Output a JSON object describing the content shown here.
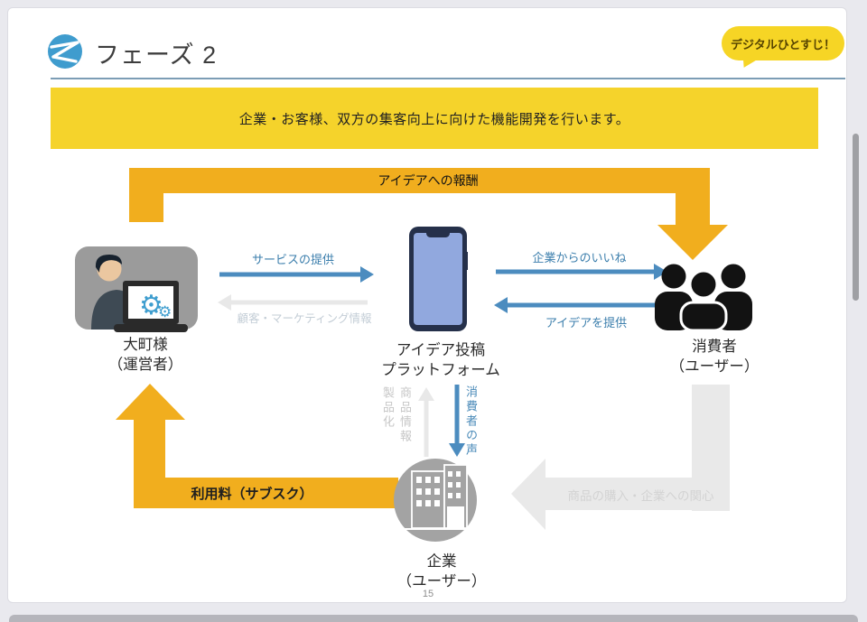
{
  "window": {
    "page_number": "15"
  },
  "header": {
    "title": "フェーズ 2",
    "bubble_text": "デジタルひとすじ！"
  },
  "banner": {
    "text": "企業・お客様、双方の集客向上に向けた機能開発を行います。"
  },
  "nodes": {
    "operator": {
      "line1": "大町様",
      "line2": "（運営者）"
    },
    "platform": {
      "line1": "アイデア投稿",
      "line2": "プラットフォーム"
    },
    "consumers": {
      "line1": "消費者",
      "line2": "（ユーザー）"
    },
    "company": {
      "line1": "企業",
      "line2": "（ユーザー）"
    }
  },
  "flows": {
    "reward": "アイデアへの報酬",
    "service": "サービスの提供",
    "marketing_info": "顧客・マーケティング情報",
    "company_likes": "企業からのいいね",
    "provide_ideas": "アイデアを提供",
    "consumer_voice": "消費者の声",
    "product_info": "商品情報",
    "productization": "製品化",
    "subscription_fee": "利用料（サブスク）",
    "purchase_interest": "商品の購入・企業への関心"
  },
  "icons": {
    "logo": "wave-z-logo",
    "operator": "person-with-laptop-icon",
    "gears": "gear-icon",
    "platform": "smartphone-icon",
    "consumers": "people-group-icon",
    "company": "office-building-icon"
  },
  "colors": {
    "accent_amber": "#f1ae1e",
    "accent_yellow": "#f5d32b",
    "arrow_blue": "#4c8cbf",
    "arrow_gray": "#e8e8e8",
    "logo_blue": "#3f9cce",
    "page_background": "#e9e9ee"
  }
}
